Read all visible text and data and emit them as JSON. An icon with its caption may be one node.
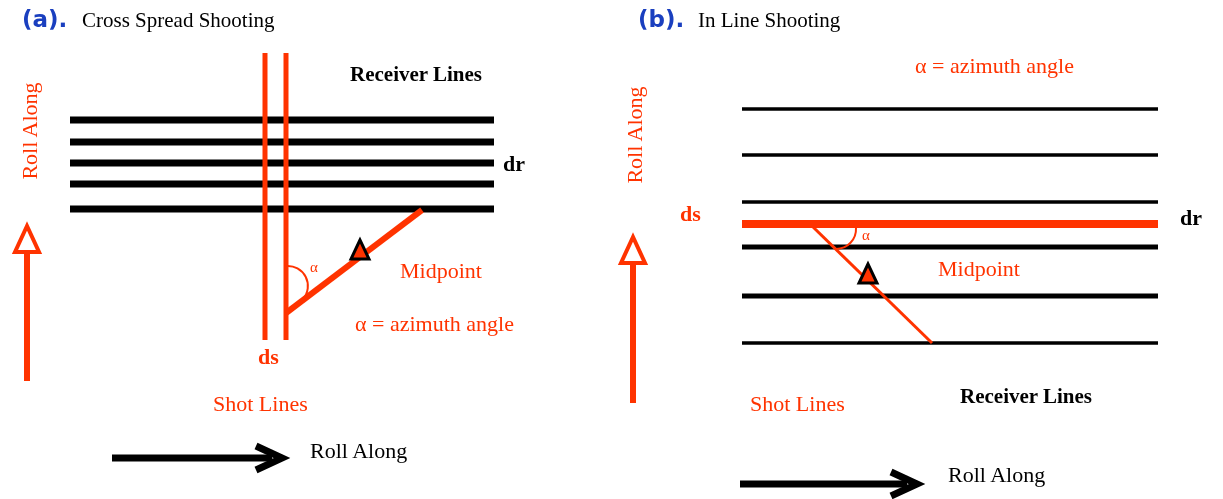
{
  "diagram": {
    "labels": [
      "(a).",
      "Cross Spread Shooting",
      "(b).",
      "In Line Shooting",
      "Roll Along",
      "Receiver Lines",
      "dr",
      "α",
      "Midpoint",
      "α = azimuth angle",
      "ds",
      "Shot Lines",
      "Roll Along",
      "Roll Along",
      "α = azimuth angle",
      "ds",
      "dr",
      "α",
      "Midpoint",
      "Shot Lines",
      "Receiver Lines",
      "Roll Along"
    ]
  }
}
